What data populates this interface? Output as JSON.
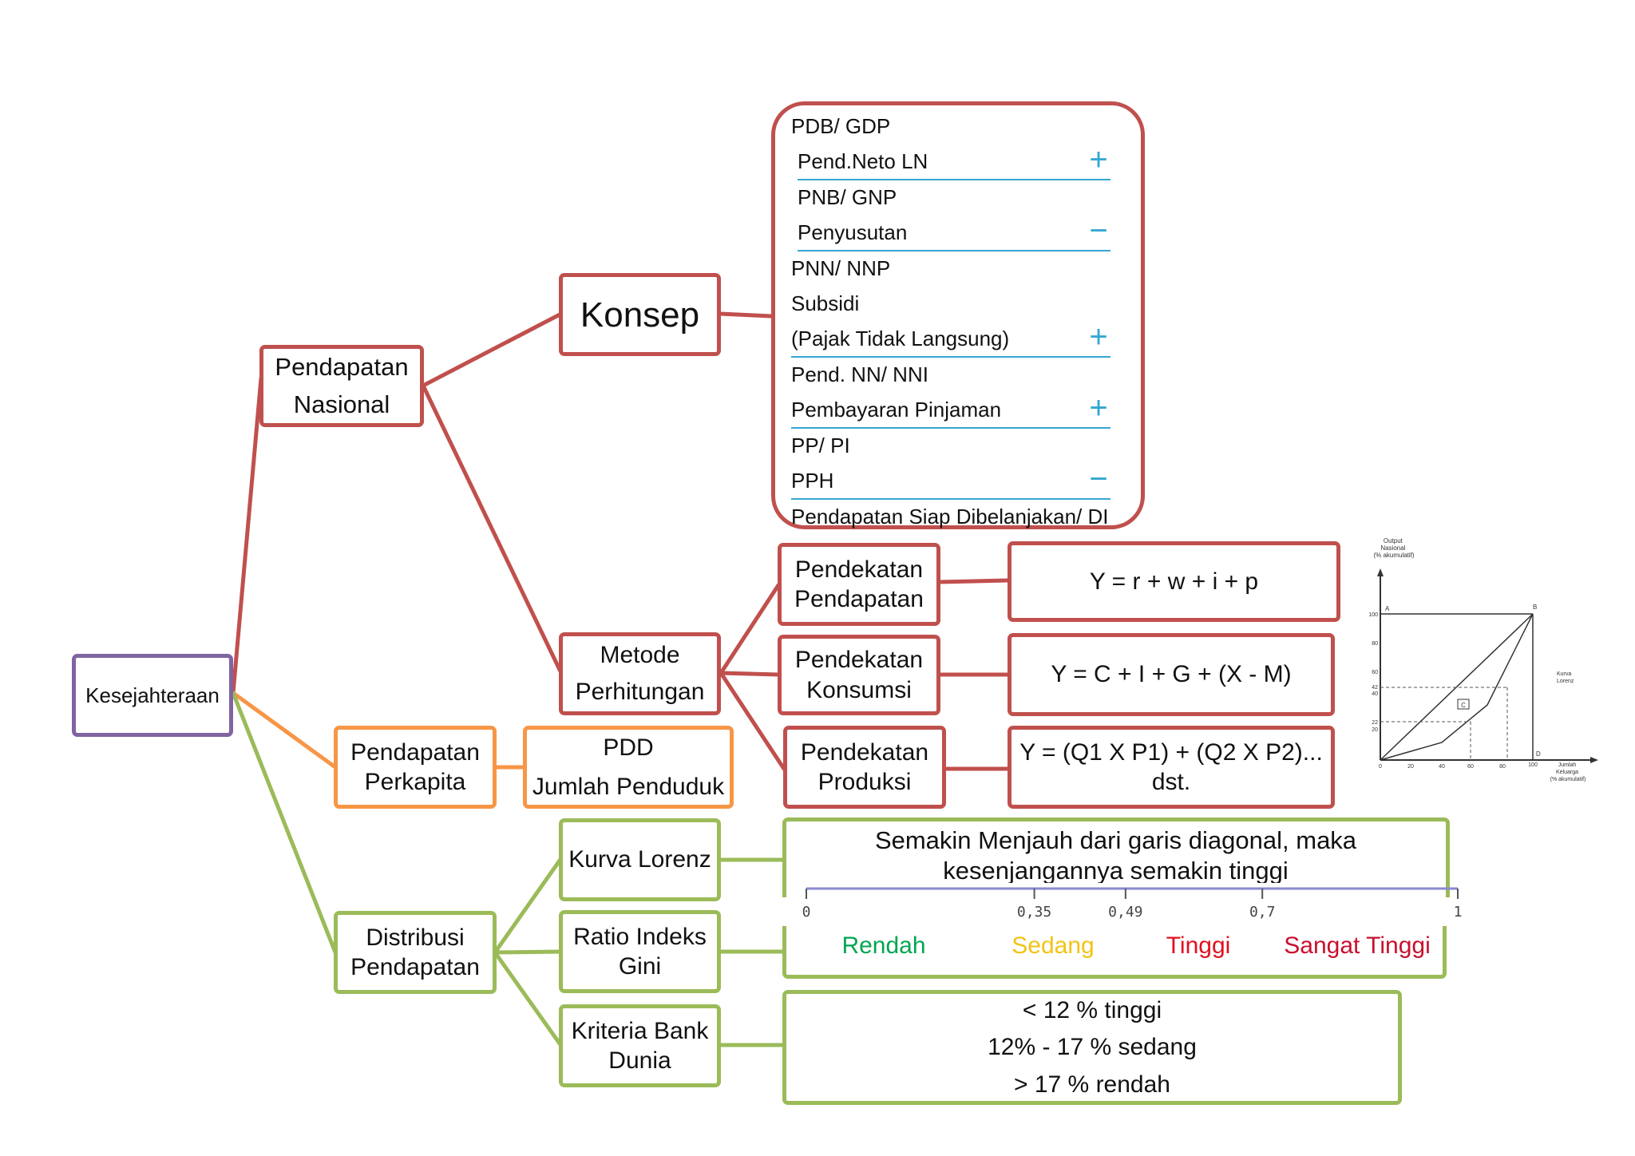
{
  "root": {
    "label": "Kesejahteraan"
  },
  "pendapatan_nasional": {
    "line1": "Pendapatan",
    "line2": "Nasional"
  },
  "konsep": {
    "label": "Konsep",
    "items": [
      {
        "text": "PDB/ GDP",
        "sign": "",
        "underline": false,
        "indent": false
      },
      {
        "text": "Pend.Neto LN",
        "sign": "+",
        "underline": true,
        "indent": true
      },
      {
        "text": "PNB/ GNP",
        "sign": "",
        "underline": false,
        "indent": true
      },
      {
        "text": "Penyusutan",
        "sign": "−",
        "underline": true,
        "indent": true
      },
      {
        "text": "PNN/ NNP",
        "sign": "",
        "underline": false,
        "indent": false
      },
      {
        "text": "Subsidi",
        "sign": "",
        "underline": false,
        "indent": false
      },
      {
        "text": "(Pajak Tidak Langsung)",
        "sign": "+",
        "underline": true,
        "indent": false
      },
      {
        "text": "Pend. NN/ NNI",
        "sign": "",
        "underline": false,
        "indent": false
      },
      {
        "text": "Pembayaran Pinjaman",
        "sign": "+",
        "underline": true,
        "indent": false
      },
      {
        "text": "PP/ PI",
        "sign": "",
        "underline": false,
        "indent": false
      },
      {
        "text": "PPH",
        "sign": "−",
        "underline": true,
        "indent": false
      },
      {
        "text": "Pendapatan  Siap Dibelanjakan/ DI",
        "sign": "",
        "underline": false,
        "indent": false
      }
    ]
  },
  "metode": {
    "line1": "Metode",
    "line2": "Perhitungan"
  },
  "pendekatan": {
    "pendapatan": {
      "line1": "Pendekatan",
      "line2": "Pendapatan",
      "formula": "Y = r + w + i + p"
    },
    "konsumsi": {
      "line1": "Pendekatan",
      "line2": "Konsumsi",
      "formula": "Y = C + I + G + (X - M)"
    },
    "produksi": {
      "line1": "Pendekatan",
      "line2": "Produksi",
      "formula_line1": "Y = (Q1 X P1) + (Q2 X P2)...",
      "formula_line2": "dst."
    }
  },
  "perkapita": {
    "line1": "Pendapatan",
    "line2": "Perkapita",
    "formula_top": "PDD",
    "formula_bottom": "Jumlah Penduduk"
  },
  "distribusi": {
    "line1": "Distribusi",
    "line2": "Pendapatan"
  },
  "kurva_lorenz": {
    "label": "Kurva Lorenz",
    "description": "Semakin Menjauh dari garis diagonal, maka kesenjangannya semakin tinggi"
  },
  "gini": {
    "label_line1": "Ratio  Indeks",
    "label_line2": "Gini",
    "ticks": [
      "0",
      "0,35",
      "0,49",
      "0,7",
      "1"
    ],
    "categories": [
      {
        "name": "Rendah",
        "color": "#00a651"
      },
      {
        "name": "Sedang",
        "color": "#f2c318"
      },
      {
        "name": "Tinggi",
        "color": "#e0101f"
      },
      {
        "name": "Sangat  Tinggi",
        "color": "#c8102e"
      }
    ]
  },
  "bank_dunia": {
    "label_line1": "Kriteria Bank",
    "label_line2": "Dunia",
    "criteria": [
      "< 12 % tinggi",
      "12% - 17 % sedang",
      "> 17 % rendah"
    ]
  },
  "lorenz_chart": {
    "ylabel": "Output Nasional (% akumulatif)",
    "xlabel": "Jumlah Keluarga (% akumulatif)",
    "y_ticks": [
      "100",
      "80",
      "60",
      "42",
      "40",
      "22",
      "20"
    ],
    "x_ticks": [
      "0",
      "20",
      "40",
      "60",
      "80",
      "100"
    ],
    "point_labels": [
      "A",
      "B",
      "C",
      "D"
    ],
    "curve_label": "Kurva Lorenz"
  },
  "colors": {
    "red": "#c0504d",
    "purple": "#8064a2",
    "orange": "#f79646",
    "green": "#9bbb59",
    "blue": "#35a7d2",
    "scale": "#8a8ad0"
  }
}
